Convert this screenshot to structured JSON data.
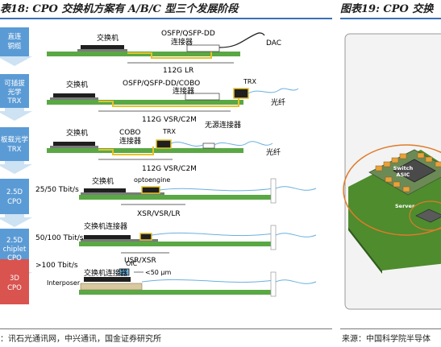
{
  "left": {
    "title": "表18: CPO 交换机方案有 A/B/C 型三个发展阶段",
    "source": "：讯石光通讯网，中兴通讯，国金证券研究所",
    "stages": [
      {
        "lines": [
          "直连",
          "铜缆"
        ]
      },
      {
        "lines": [
          "可插拔",
          "光学",
          "TRX"
        ]
      },
      {
        "lines": [
          "板载光学",
          "TRX"
        ]
      },
      {
        "lines": [
          "2.5D",
          "CPO"
        ]
      },
      {
        "lines": [
          "2.5D",
          "chiplet",
          "CPO"
        ]
      },
      {
        "lines": [
          "3D",
          "CPO"
        ]
      }
    ],
    "rows": {
      "r1": {
        "switch": "交换机",
        "connector": "OSFP/QSFP-DD",
        "connector2": "连接器",
        "dac": "DAC",
        "link": "112G LR"
      },
      "r2": {
        "switch": "交换机",
        "connector": "OSFP/QSFP-DD/COBO",
        "connector2": "连接器",
        "trx": "TRX",
        "fiber": "光纤",
        "link": "112G VSR/C2M"
      },
      "r3": {
        "switch": "交换机",
        "cobo": "COBO",
        "cobo2": "连接器",
        "trx": "TRX",
        "passive": "无源连接器",
        "fiber": "光纤",
        "link": "112G VSR/C2M"
      },
      "r4": {
        "speed": "25/50 Tbit/s",
        "switch": "交换机",
        "engine": "optoengine",
        "link": "XSR/VSR/LR"
      },
      "r5": {
        "speed": "50/100 Tbit/s",
        "switch": "交换机连接器",
        "link": "USR/XSR"
      },
      "r6": {
        "speed": ">100 Tbit/s",
        "switch": "交换机连接器",
        "interposer": "Interposer",
        "oic": "OIC",
        "dist": "<50 μm"
      }
    }
  },
  "right": {
    "title": "图表19: CPO 交换",
    "source": "来源：中国科学院半导体",
    "chip": [
      "Switch",
      "ASIC"
    ],
    "server": "Server"
  },
  "colors": {
    "rule": "#3a6fb7",
    "stage_fill": "#5b9bd5",
    "arrow": "#cde2f3",
    "pcb": "#5aa844",
    "trace": "#e6c229",
    "chip": "#1f1f1f",
    "accent_orange": "#e07b2a"
  }
}
